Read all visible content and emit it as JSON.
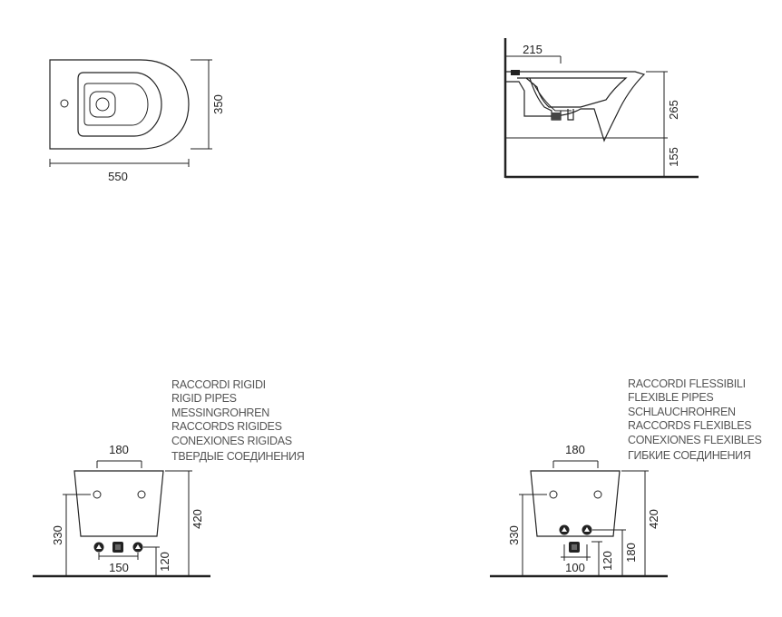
{
  "top_view": {
    "width_label": "550",
    "depth_label": "350"
  },
  "side_view": {
    "setback_label": "215",
    "bowl_height_label": "265",
    "floor_clearance_label": "155"
  },
  "rigid_view": {
    "notes": [
      "RACCORDI RIGIDI",
      "RIGID PIPES",
      "MESSINGROHREN",
      "RACCORDS RIGIDES",
      "CONEXIONES RIGIDAS",
      "ТВЕРДЫЕ СОЕДИНЕНИЯ"
    ],
    "fixing_distance_label": "180",
    "height_total_label": "420",
    "fixing_height_label": "330",
    "supply_spacing_label": "150",
    "supply_height_label": "120"
  },
  "flexible_view": {
    "notes": [
      "RACCORDI FLESSIBILI",
      "FLEXIBLE PIPES",
      "SCHLAUCHROHREN",
      "RACCORDS FLEXIBLES",
      "CONEXIONES FLEXIBLES",
      "ГИБКИЕ СОЕДИНЕНИЯ"
    ],
    "fixing_distance_label": "180",
    "height_total_label": "420",
    "fixing_height_label": "330",
    "supply_spacing_label": "100",
    "supply_height_label": "120",
    "drain_height_label": "180"
  }
}
